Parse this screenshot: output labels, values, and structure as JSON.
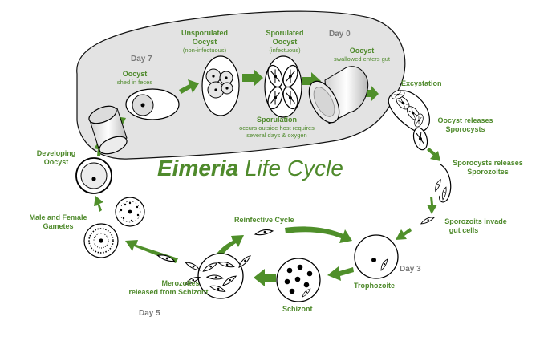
{
  "title": {
    "bold": "Eimeria",
    "rest": " Life Cycle"
  },
  "days": {
    "day0": "Day 0",
    "day7": "Day 7",
    "day3": "Day 3",
    "day5": "Day 5"
  },
  "stages": {
    "unsporulated": {
      "line1": "Unsporulated",
      "line2": "Oocyst",
      "note": "(non-infectuous)"
    },
    "sporulated": {
      "line1": "Sporulated",
      "line2": "Oocyst",
      "note": "(infectuous)"
    },
    "oocyst_swallowed": {
      "line1": "Oocyst",
      "note": "swallowed enters gut"
    },
    "oocyst_shed": {
      "line1": "Oocyst",
      "note": "shed in feces"
    },
    "sporulation": {
      "line1": "Sporulation",
      "note1": "occurs outside host requires",
      "note2": "several days & oxygen"
    },
    "excystation": {
      "line1": "Excystation"
    },
    "oocyst_releases": {
      "line1": "Oocyst releases",
      "line2": "Sporocysts"
    },
    "sporocysts_releases": {
      "line1": "Sporocysts releases",
      "line2": "Sporozoites"
    },
    "sporozoites_invade": {
      "line1": "Sporozoits invade",
      "line2": "gut cells"
    },
    "trophozoite": {
      "line1": "Trophozoite"
    },
    "schizont": {
      "line1": "Schizont"
    },
    "reinfective": {
      "line1": "Reinfective Cycle"
    },
    "merozoites": {
      "line1": "Merozoites",
      "line2": "released from Schizont"
    },
    "gametes": {
      "line1": "Male and Female",
      "line2": "Gametes"
    },
    "developing": {
      "line1": "Developing",
      "line2": "Oocyst"
    }
  },
  "colors": {
    "green": "#4f8a2c",
    "arrow": "#4f8f2a",
    "host_bg": "#e3e3e3",
    "day": "#7a7a7a"
  }
}
